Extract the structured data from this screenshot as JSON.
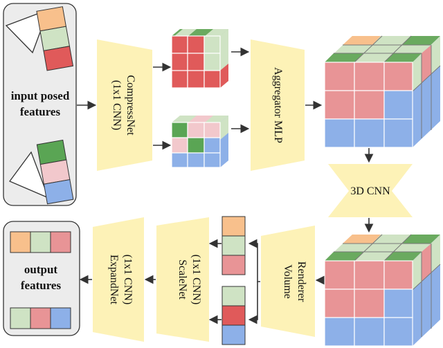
{
  "input_panel": {
    "title_line1": "input posed",
    "title_line2": "features"
  },
  "output_panel": {
    "title_line1": "output",
    "title_line2": "features"
  },
  "compressnet": {
    "line1": "CompressNet",
    "line2": "(1x1 CNN)"
  },
  "aggregator": {
    "line1": "Aggregator MLP"
  },
  "cnn3d": {
    "label": "3D CNN"
  },
  "volume_renderer": {
    "line1": "Volume",
    "line2": "Renderer"
  },
  "scalenet": {
    "line1": "ScaleNet",
    "line2": "(1x1 CNN)"
  },
  "expandnet": {
    "line1": "ExpandNet",
    "line2": "(1x1 CNN)"
  },
  "colors": {
    "orange": "#f8c08c",
    "green_light": "#cfe3c4",
    "green": "#5aa554",
    "red": "#e05a5a",
    "pink": "#f2c8cc",
    "blue": "#8db0e8",
    "salmon": "#e89496",
    "panel": "#ececec",
    "yellow": "#fdf2b7"
  }
}
